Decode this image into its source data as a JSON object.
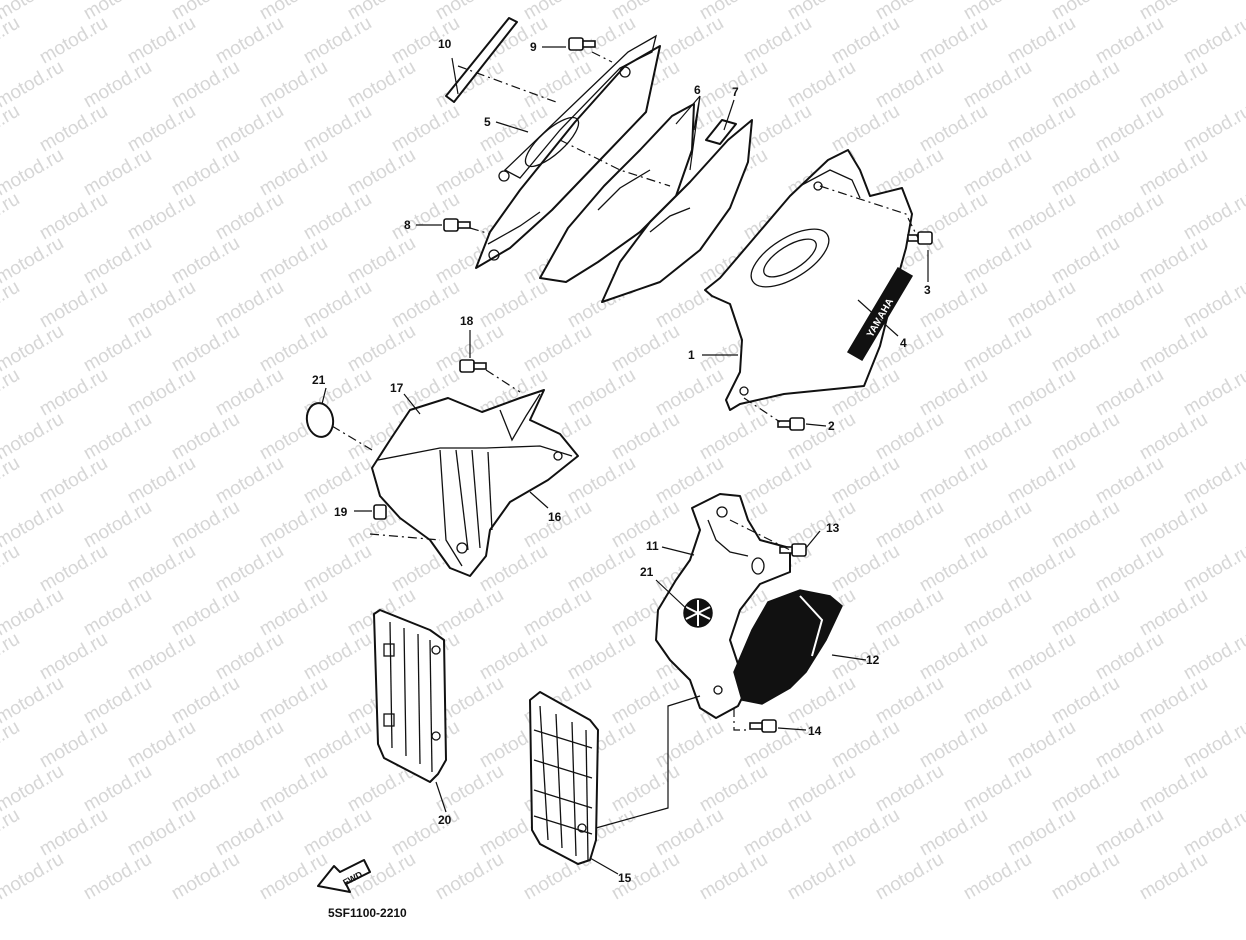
{
  "diagram": {
    "code": "5SF1100-2210",
    "watermark": "motod.ru",
    "fwd_badge": "FWD",
    "logo_text": "YAMAHA",
    "callouts": [
      {
        "id": "1",
        "text": "1"
      },
      {
        "id": "2",
        "text": "2"
      },
      {
        "id": "3",
        "text": "3"
      },
      {
        "id": "4",
        "text": "4"
      },
      {
        "id": "5",
        "text": "5"
      },
      {
        "id": "6",
        "text": "6"
      },
      {
        "id": "7",
        "text": "7"
      },
      {
        "id": "8",
        "text": "8"
      },
      {
        "id": "9",
        "text": "9"
      },
      {
        "id": "10",
        "text": "10"
      },
      {
        "id": "11",
        "text": "11"
      },
      {
        "id": "12",
        "text": "12"
      },
      {
        "id": "13",
        "text": "13"
      },
      {
        "id": "14",
        "text": "14"
      },
      {
        "id": "15",
        "text": "15"
      },
      {
        "id": "16",
        "text": "16"
      },
      {
        "id": "17",
        "text": "17"
      },
      {
        "id": "18",
        "text": "18"
      },
      {
        "id": "19",
        "text": "19"
      },
      {
        "id": "20",
        "text": "20"
      },
      {
        "id": "21",
        "text": "21"
      },
      {
        "id": "21b",
        "text": "21"
      }
    ]
  }
}
